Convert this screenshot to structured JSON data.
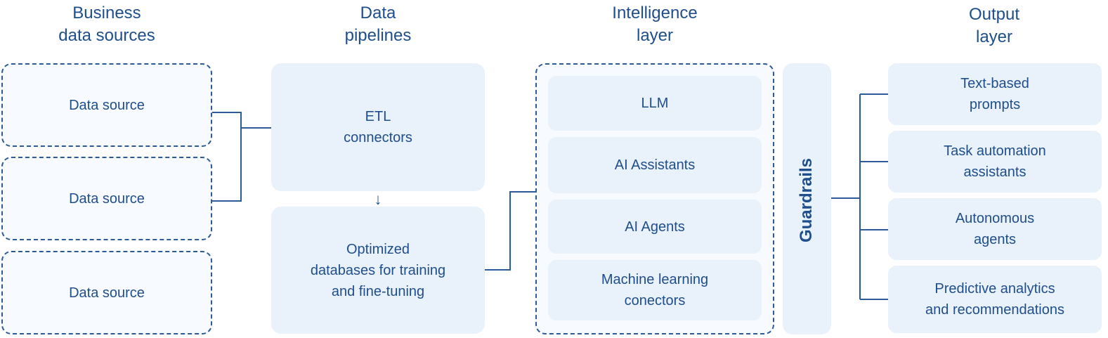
{
  "headers": {
    "sources": "Business\ndata sources",
    "pipelines": "Data\npipelines",
    "intelligence": "Intelligence\nlayer",
    "output": "Output\nlayer"
  },
  "sources": [
    "Data source",
    "Data source",
    "Data source"
  ],
  "pipelines": {
    "etl": "ETL\nconnectors",
    "arrow": "↓",
    "databases": "Optimized\ndatabases for training\nand fine-tuning"
  },
  "intelligence": [
    "LLM",
    "AI Assistants",
    "AI Agents",
    "Machine learning\nconectors"
  ],
  "guardrails": "Guardrails",
  "outputs": [
    "Text-based\nprompts",
    "Task automation\nassistants",
    "Autonomous\nagents",
    "Predictive analytics\nand recommendations"
  ],
  "colors": {
    "primary": "#1f4e8c",
    "fill": "#e9f1fb",
    "border": "#2b5a96"
  }
}
